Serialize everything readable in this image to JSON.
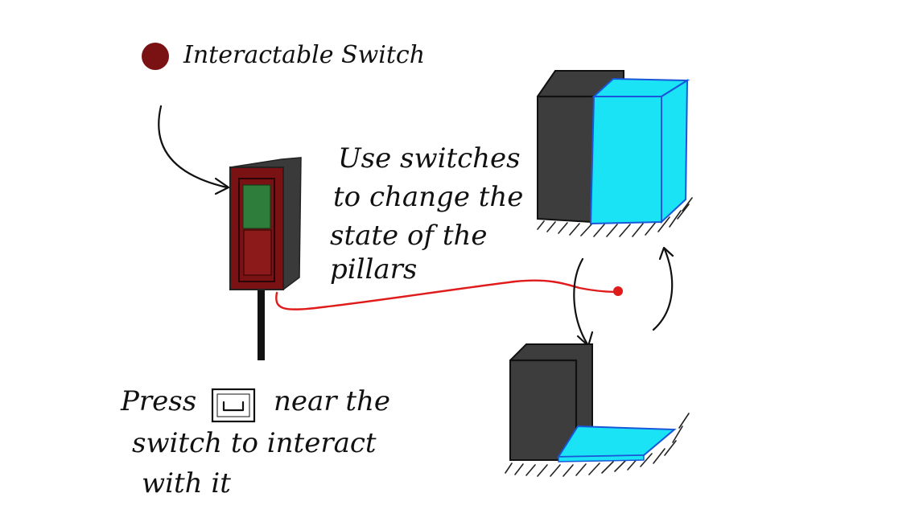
{
  "legend": {
    "label": "Interactable Switch",
    "dot_color": "#7a1113"
  },
  "tip": {
    "lines": [
      "Use switches",
      "to change the",
      "state of the",
      "pillars"
    ]
  },
  "instruction": {
    "line1_before": "Press",
    "line1_after": "near the",
    "line2": "switch to interact",
    "line3": "with it",
    "key_icon": "space-key-icon"
  },
  "colors": {
    "switch_body": "#7a1113",
    "switch_indicator_on": "#2e7d3a",
    "switch_indicator_off": "#8c1a1a",
    "switch_shadow": "#3a3a3a",
    "wire": "#e01b1b",
    "pillar_dark": "#3d3d3d",
    "pillar_active": "#19e3f5",
    "pillar_active_edge": "#1a56d9"
  },
  "pillars": {
    "raised": {
      "state": "raised"
    },
    "lowered": {
      "state": "lowered"
    }
  }
}
